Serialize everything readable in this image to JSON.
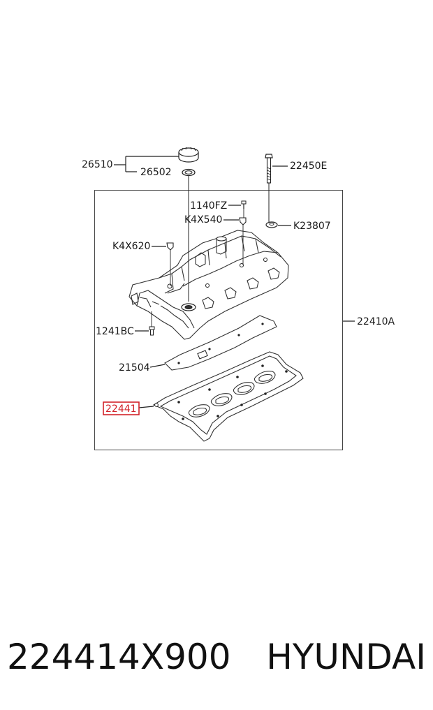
{
  "labels": {
    "p26510": "26510",
    "p26502": "26502",
    "p22450E": "22450E",
    "p1140FZ": "1140FZ",
    "pK4X540": "K4X540",
    "pK23807": "K23807",
    "pK4X620": "K4X620",
    "p22410A": "22410A",
    "p1241BC": "1241BC",
    "p21504": "21504",
    "p22441": "22441"
  },
  "highlight_color": "#d2232a",
  "caption": {
    "part_number": "224414X900",
    "brand": "HYUNDAI"
  }
}
